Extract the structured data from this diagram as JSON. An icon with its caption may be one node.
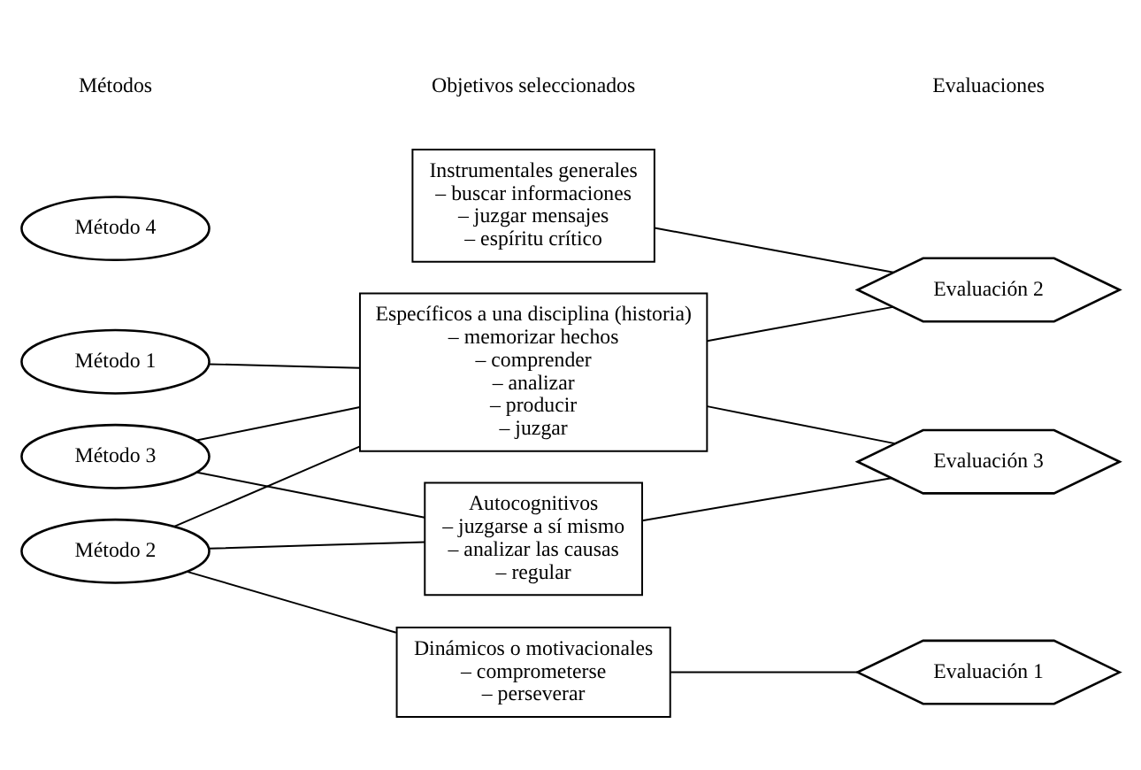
{
  "diagram": {
    "nodes": [
      {
        "text": [
          "Método 1"
        ]
      },
      {
        "text": [
          "Método 2"
        ]
      },
      {
        "text": [
          "Método 3"
        ]
      },
      {
        "text": [
          "Método 4"
        ]
      },
      {
        "text": [
          "Dinámicos o motivacionales",
          "– comprometerse",
          "– perseverar"
        ]
      },
      {
        "text": [
          "Autocognitivos",
          "– juzgarse a sí mismo",
          "– analizar las causas",
          "– regular"
        ]
      },
      {
        "text": [
          "Instrumentales generales",
          "– buscar informaciones",
          "– juzgar mensajes",
          "– espíritu crítico"
        ]
      },
      {
        "text": [
          "Específicos a una disciplina (historia)",
          "– memorizar hechos",
          "– comprender",
          "– analizar",
          "– producir",
          "– juzgar"
        ]
      },
      {
        "text": [
          "Evaluación 1"
        ]
      },
      {
        "text": [
          "Evaluación 2"
        ]
      },
      {
        "text": [
          "Evaluación 3"
        ]
      }
    ],
    "edges": [
      {
        "from": 0,
        "to": 7,
        "arrow": "none"
      },
      {
        "from": 1,
        "to": 4,
        "arrow": "none"
      },
      {
        "from": 1,
        "to": 5,
        "arrow": "none"
      },
      {
        "from": 1,
        "to": 7,
        "arrow": "none"
      },
      {
        "from": 2,
        "to": 5,
        "arrow": "none"
      },
      {
        "from": 2,
        "to": 7,
        "arrow": "none"
      },
      {
        "from": 4,
        "to": 8,
        "arrow": "none"
      },
      {
        "from": 5,
        "to": 10,
        "arrow": "none"
      },
      {
        "from": 6,
        "to": 9,
        "arrow": "none"
      },
      {
        "from": 7,
        "to": 9,
        "arrow": "none"
      },
      {
        "from": 7,
        "to": 10,
        "arrow": "none"
      }
    ],
    "labels": [
      "Métodos",
      "Objetivos seleccionados",
      "Evaluaciones"
    ]
  }
}
